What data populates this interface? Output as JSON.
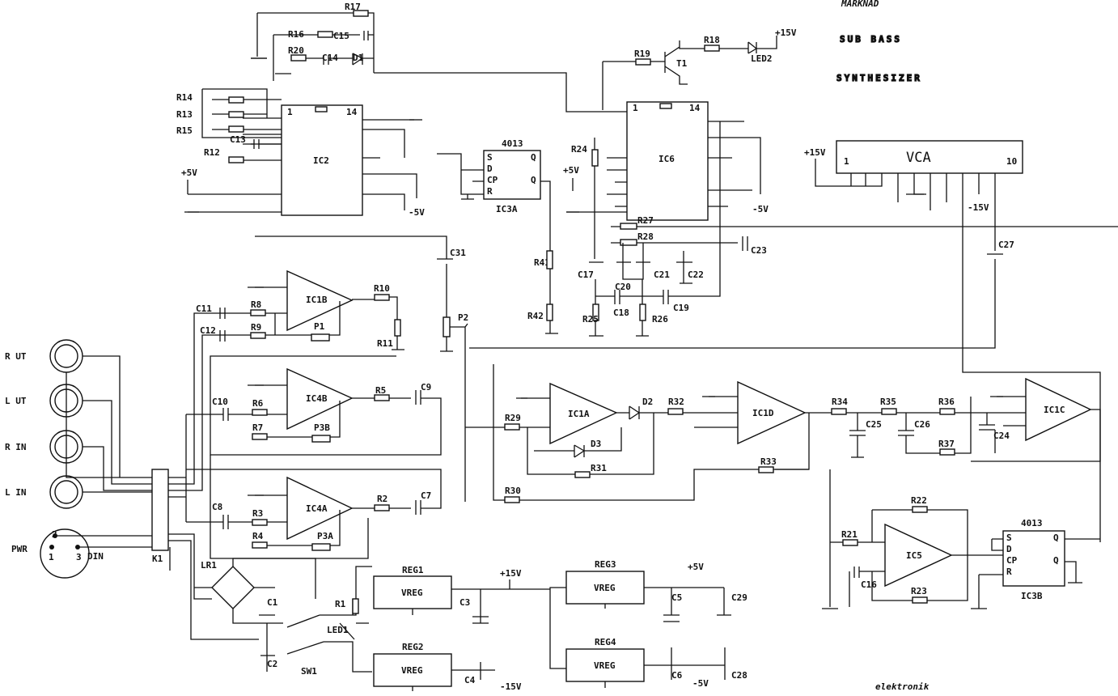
{
  "title": {
    "top": "MARKNAD",
    "line1": "SUB BASS",
    "line2": "SYNTHESIZER"
  },
  "brand": "elektronik",
  "ics": {
    "ic2": "IC2",
    "ic6": "IC6",
    "ic3a": "IC3A",
    "ic3b": "IC3B",
    "ic1a": "IC1A",
    "ic1b": "IC1B",
    "ic1c": "IC1C",
    "ic1d": "IC1D",
    "ic4a": "IC4A",
    "ic4b": "IC4B",
    "ic5": "IC5",
    "vca": "VCA",
    "flip1_label": "4013",
    "flip2_label": "4013",
    "k1": "K1"
  },
  "flipflop_pins": {
    "s": "S",
    "d": "D",
    "cp": "CP",
    "r": "R",
    "q": "Q",
    "qbar": "Q"
  },
  "pins": {
    "p1": "1",
    "p14": "14",
    "p10": "10"
  },
  "jacks": {
    "r_ut": "R UT",
    "l_ut": "L UT",
    "r_in": "R IN",
    "l_in": "L IN",
    "pwr": "PWR",
    "din": "DIN",
    "din1": "1",
    "din2": "2",
    "din3": "3"
  },
  "rails": {
    "p15": "+15V",
    "m15": "-15V",
    "p5": "+5V",
    "m5": "-5V"
  },
  "regs": {
    "reg1": "REG1",
    "reg2": "REG2",
    "reg3": "REG3",
    "reg4": "REG4",
    "vreg": "VREG"
  },
  "parts": {
    "R1": "R1",
    "R2": "R2",
    "R3": "R3",
    "R4": "R4",
    "R5": "R5",
    "R6": "R6",
    "R7": "R7",
    "R8": "R8",
    "R9": "R9",
    "R10": "R10",
    "R11": "R11",
    "R12": "R12",
    "R13": "R13",
    "R14": "R14",
    "R15": "R15",
    "R16": "R16",
    "R17": "R17",
    "R18": "R18",
    "R19": "R19",
    "R20": "R20",
    "R21": "R21",
    "R22": "R22",
    "R23": "R23",
    "R24": "R24",
    "R25": "R25",
    "R26": "R26",
    "R27": "R27",
    "R28": "R28",
    "R29": "R29",
    "R30": "R30",
    "R31": "R31",
    "R32": "R32",
    "R33": "R33",
    "R34": "R34",
    "R35": "R35",
    "R36": "R36",
    "R37": "R37",
    "R41": "R41",
    "R42": "R42",
    "C1": "C1",
    "C2": "C2",
    "C3": "C3",
    "C4": "C4",
    "C5": "C5",
    "C6": "C6",
    "C7": "C7",
    "C8": "C8",
    "C9": "C9",
    "C10": "C10",
    "C11": "C11",
    "C12": "C12",
    "C13": "C13",
    "C14": "C14",
    "C15": "C15",
    "C16": "C16",
    "C17": "C17",
    "C18": "C18",
    "C19": "C19",
    "C20": "C20",
    "C21": "C21",
    "C22": "C22",
    "C23": "C23",
    "C24": "C24",
    "C25": "C25",
    "C26": "C26",
    "C27": "C27",
    "C28": "C28",
    "C29": "C29",
    "C31": "C31",
    "D1": "D1",
    "D2": "D2",
    "D3": "D3",
    "T1": "T1",
    "LED1": "LED1",
    "LED2": "LED2",
    "LR1": "LR1",
    "SW1": "SW1",
    "P1": "P1",
    "P2": "P2",
    "P3A": "P3A",
    "P3B": "P3B"
  }
}
